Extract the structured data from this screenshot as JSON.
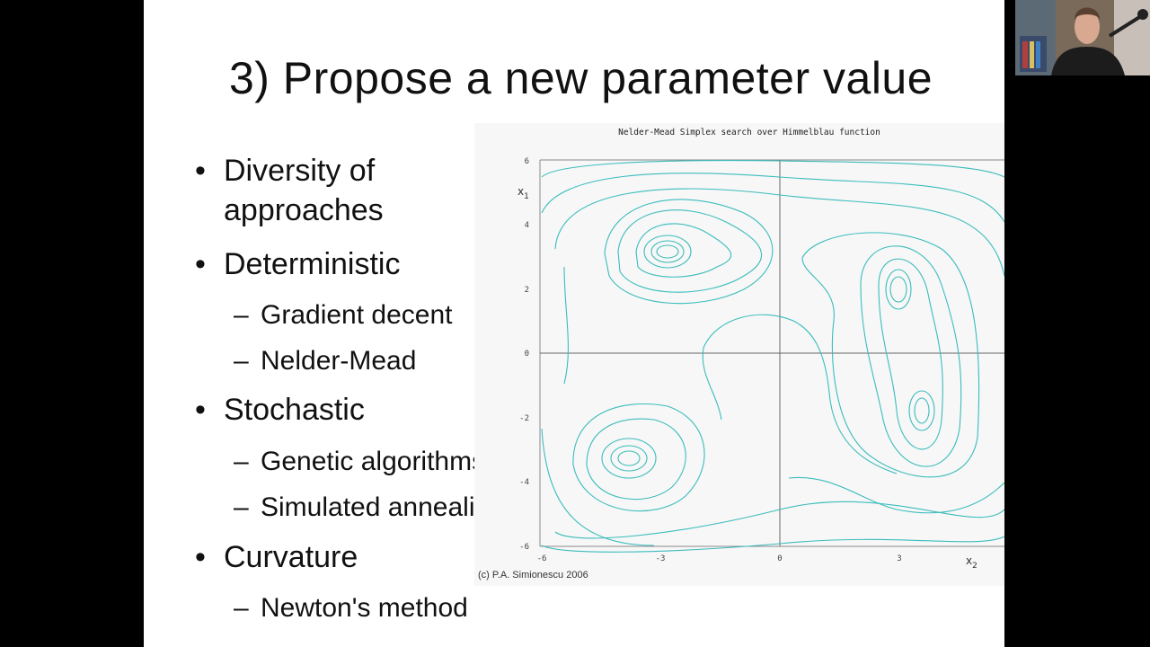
{
  "slide": {
    "title": "3) Propose a new parameter value",
    "bullets": [
      {
        "marker": "•",
        "text": "Diversity of"
      },
      {
        "marker": "",
        "text": "approaches"
      },
      {
        "marker": "•",
        "text": "Deterministic"
      },
      {
        "marker": "–",
        "text": "Gradient decent"
      },
      {
        "marker": "–",
        "text": "Nelder-Mead"
      },
      {
        "marker": "•",
        "text": "Stochastic"
      },
      {
        "marker": "–",
        "text": "Genetic algorithms"
      },
      {
        "marker": "–",
        "text": "Simulated annealing"
      },
      {
        "marker": "•",
        "text": "Curvature"
      },
      {
        "marker": "–",
        "text": "Newton's method"
      }
    ]
  },
  "figure": {
    "title": "Nelder-Mead Simplex search over Himmelblau function",
    "credit": "(c) P.A. Simionescu 2006",
    "x_axis_label": "x",
    "x_axis_sub": "2",
    "y_axis_label": "x",
    "y_axis_sub": "1",
    "x_ticks": [
      "-6",
      "-3",
      "0",
      "3"
    ],
    "y_ticks": [
      "6",
      "4",
      "2",
      "0",
      "-2",
      "-4",
      "-6"
    ],
    "contour_color": "#3cbcbc",
    "axis_color": "#555555"
  },
  "webcam": {
    "description_icon": "presenter-webcam"
  }
}
